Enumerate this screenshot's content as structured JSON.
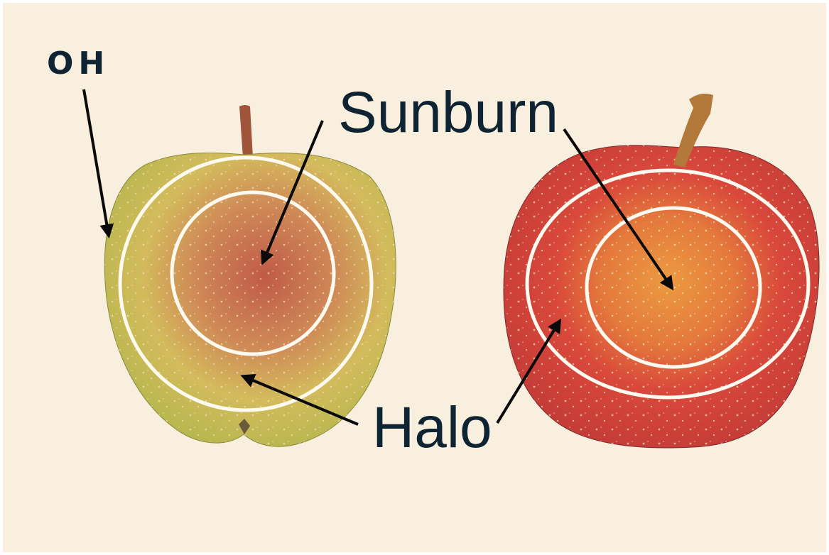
{
  "labels": {
    "oh": "OH",
    "sunburn": "Sunburn",
    "halo": "Halo"
  },
  "colors": {
    "background": "#f9efdf",
    "text": "#0f2433",
    "arrow": "#0a0a0a",
    "ring": "#fffaf0",
    "green_apple_base": "#c9c45a",
    "green_apple_blush": "#c86a4e",
    "red_apple_base": "#d8453a",
    "red_apple_sunburn": "#e8903d"
  }
}
